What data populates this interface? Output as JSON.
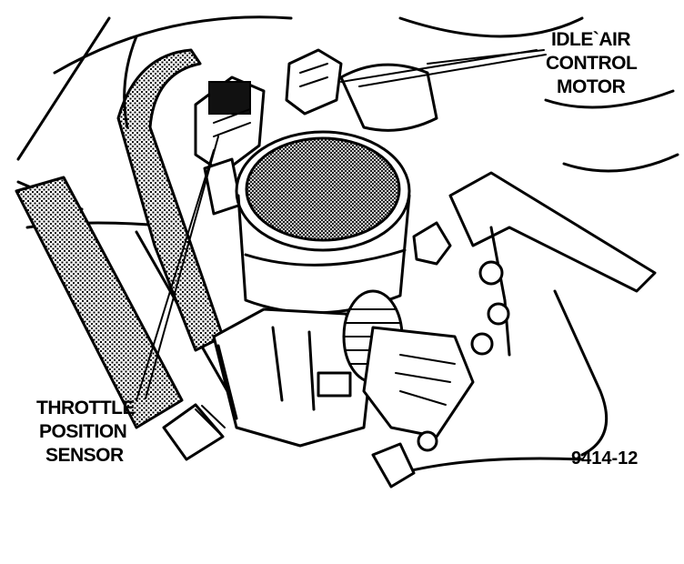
{
  "labels": {
    "iac": [
      "IDLE`AIR",
      "CONTROL",
      "MOTOR"
    ],
    "tps": [
      "THROTTLE",
      "POSITION",
      "SENSOR"
    ]
  },
  "figure_number": "9414-12",
  "colors": {
    "ink": "#000000",
    "paper": "#ffffff"
  }
}
